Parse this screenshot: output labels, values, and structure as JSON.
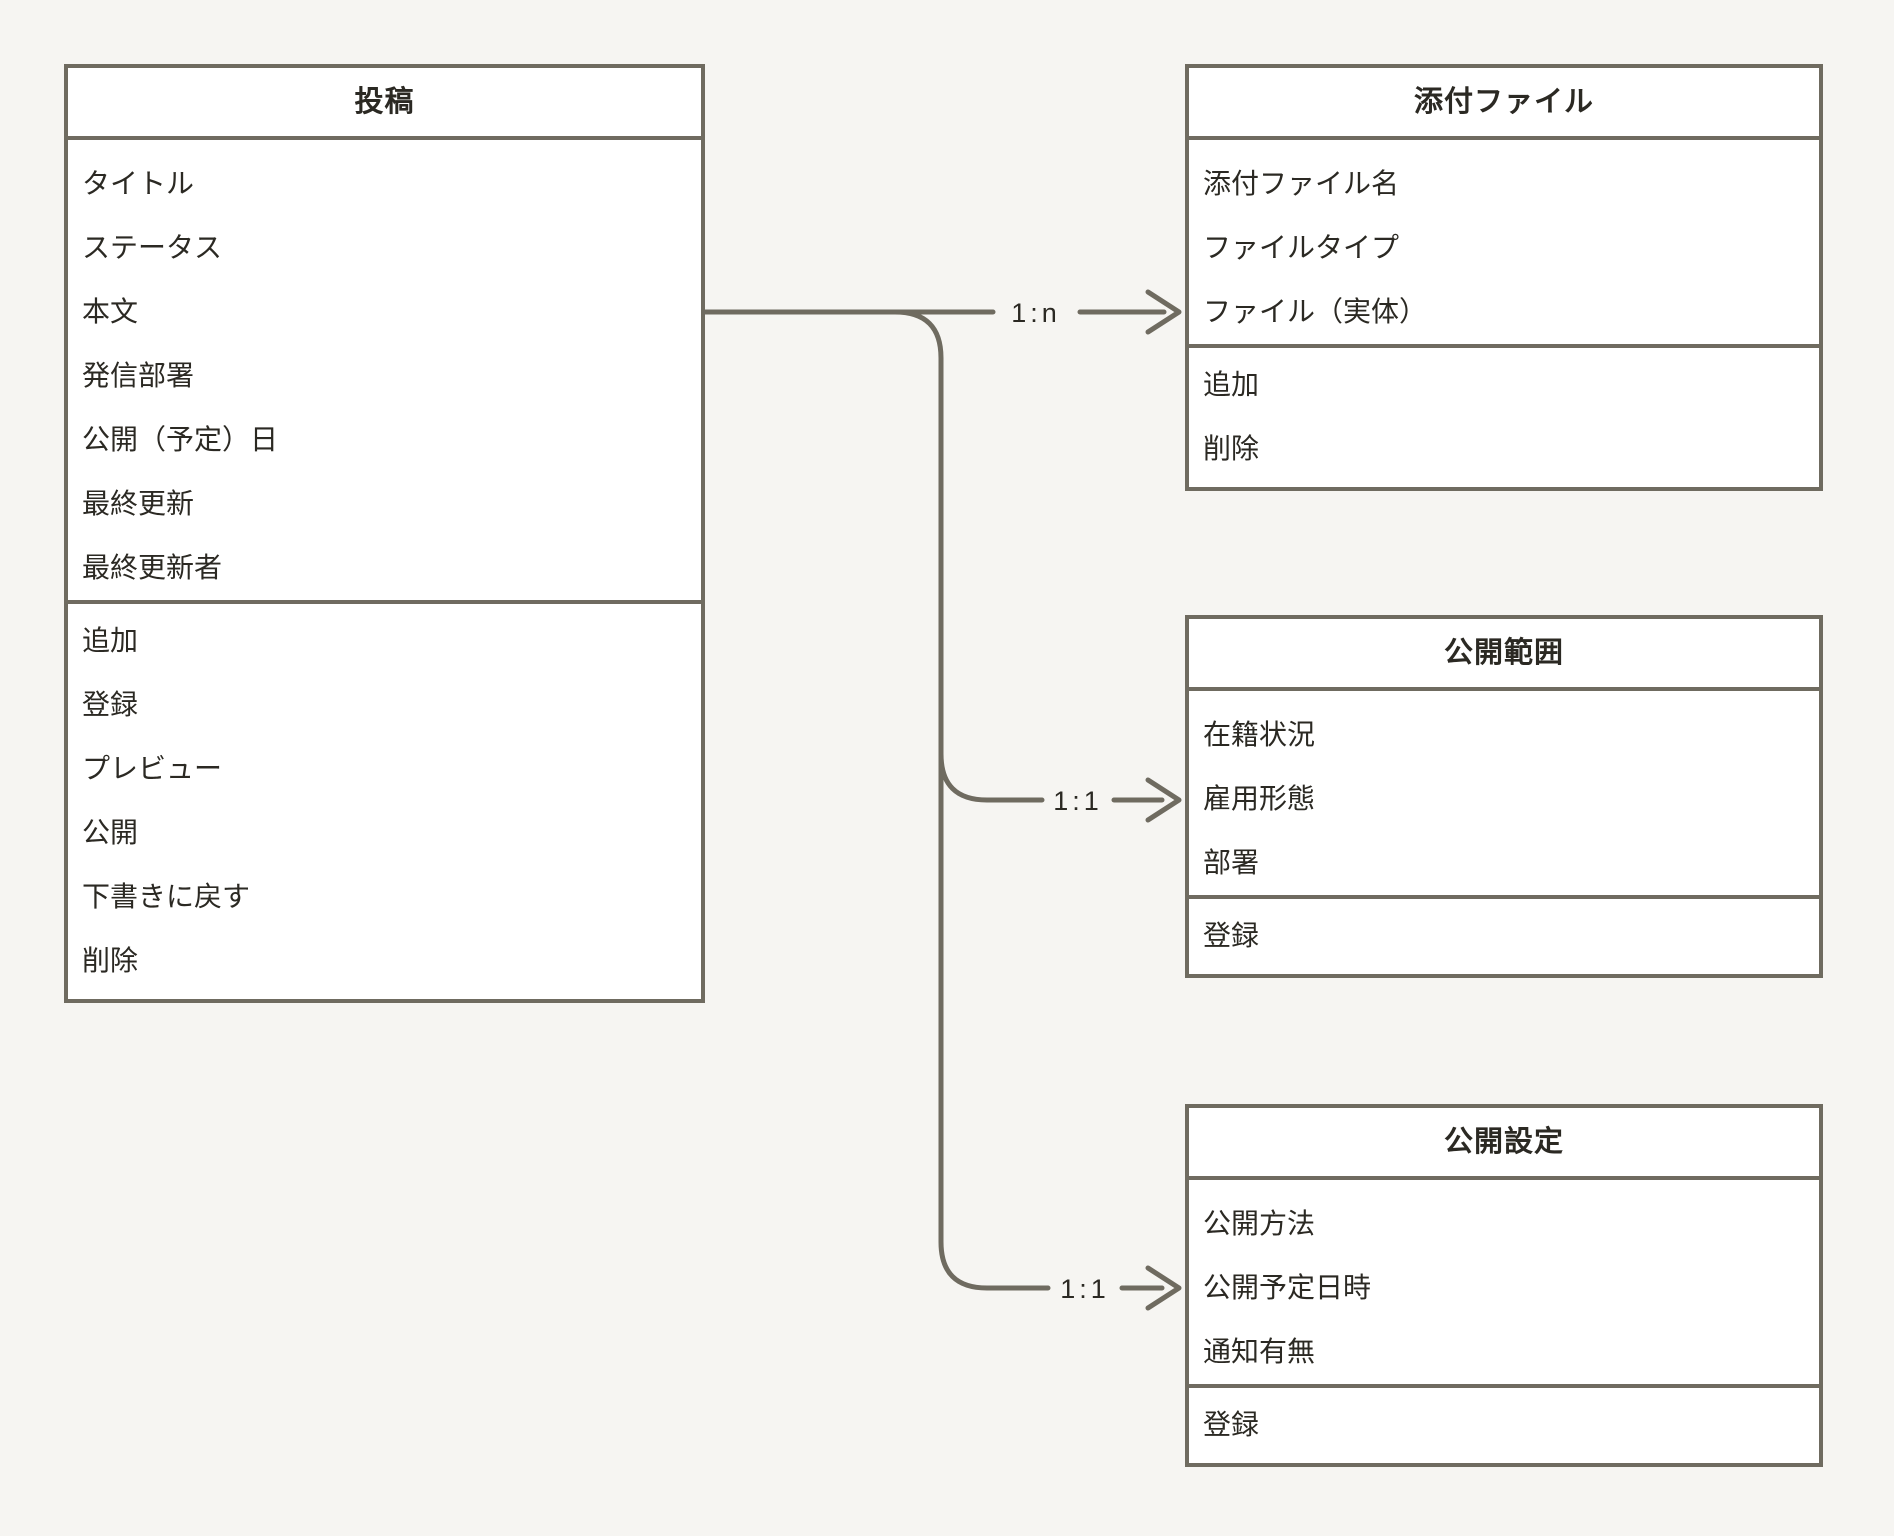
{
  "diagram": {
    "entities": [
      {
        "id": "post",
        "title": "投稿",
        "fields": [
          "タイトル",
          "ステータス",
          "本文",
          "発信部署",
          "公開（予定）日",
          "最終更新",
          "最終更新者"
        ],
        "actions": [
          "追加",
          "登録",
          "プレビュー",
          "公開",
          "下書きに戻す",
          "削除"
        ]
      },
      {
        "id": "attachment",
        "title": "添付ファイル",
        "fields": [
          "添付ファイル名",
          "ファイルタイプ",
          "ファイル（実体）"
        ],
        "actions": [
          "追加",
          "削除"
        ]
      },
      {
        "id": "publish-scope",
        "title": "公開範囲",
        "fields": [
          "在籍状況",
          "雇用形態",
          "部署"
        ],
        "actions": [
          "登録"
        ]
      },
      {
        "id": "publish-settings",
        "title": "公開設定",
        "fields": [
          "公開方法",
          "公開予定日時",
          "通知有無"
        ],
        "actions": [
          "登録"
        ]
      }
    ],
    "relations": [
      {
        "from": "post",
        "to": "attachment",
        "label": "1:n"
      },
      {
        "from": "post",
        "to": "publish-scope",
        "label": "1:1"
      },
      {
        "from": "post",
        "to": "publish-settings",
        "label": "1:1"
      }
    ],
    "colors": {
      "background": "#f6f5f2",
      "box_fill": "#ffffff",
      "border": "#6f6b60",
      "text": "#2b2923",
      "connector": "#6f6b60"
    }
  }
}
